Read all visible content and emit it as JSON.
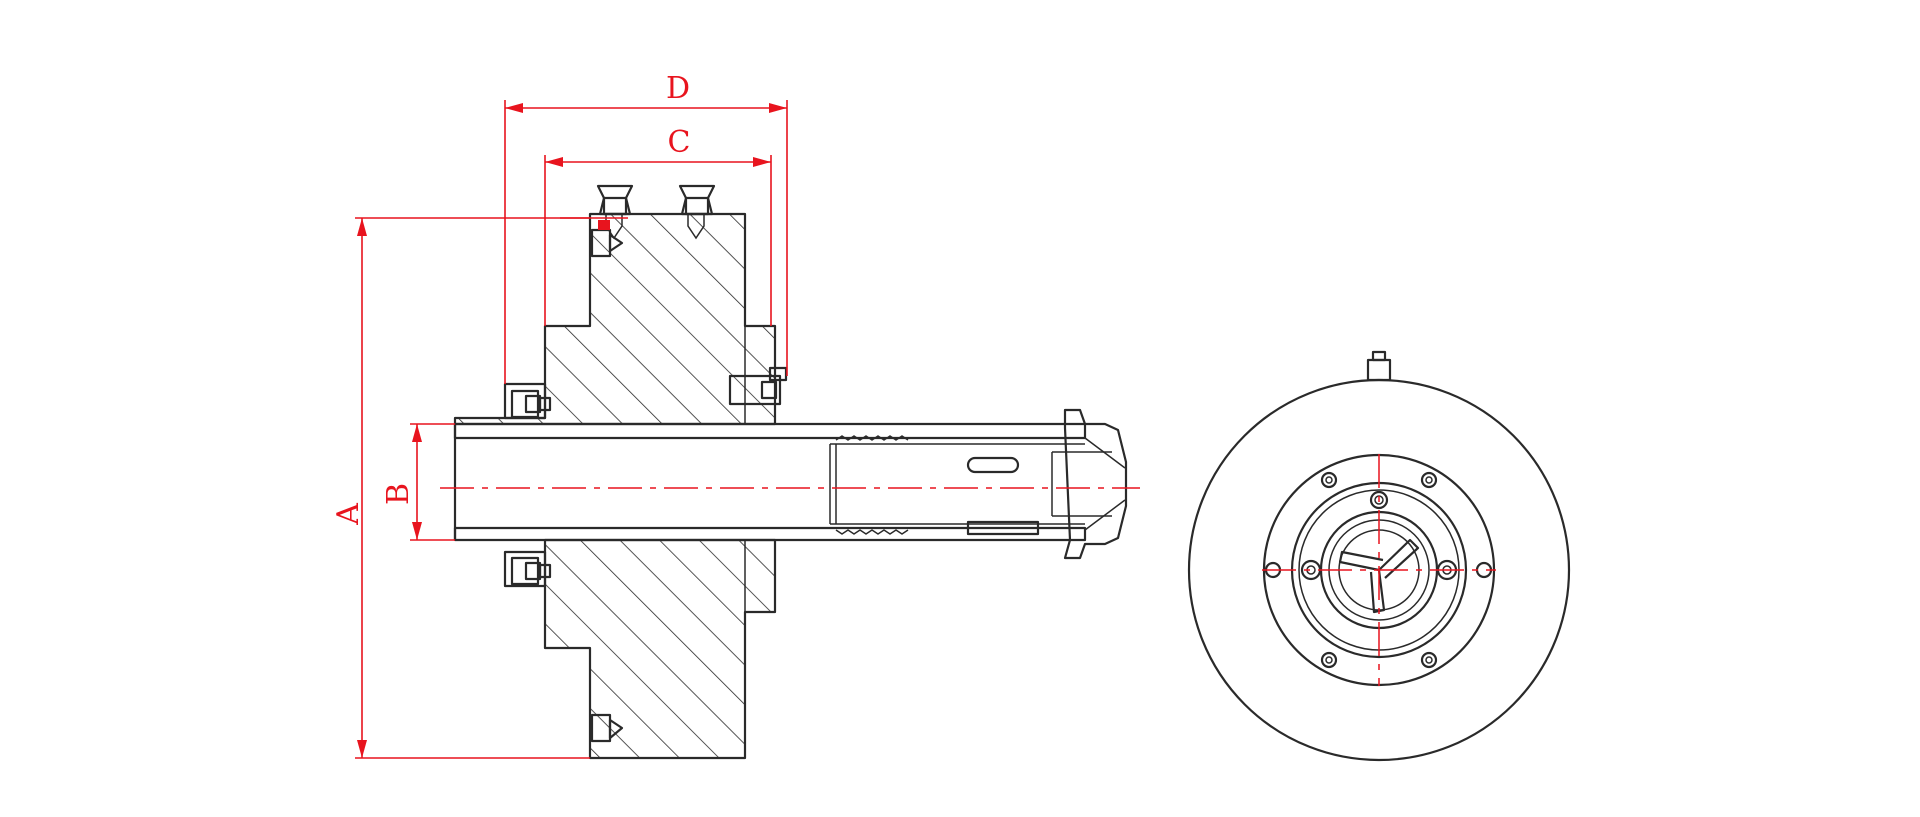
{
  "dimensions": [
    {
      "id": "A",
      "label": "A"
    },
    {
      "id": "B",
      "label": "B"
    },
    {
      "id": "C",
      "label": "C"
    },
    {
      "id": "D",
      "label": "D"
    }
  ],
  "colors": {
    "dimension": "#e8141e",
    "outline": "#2a2a2a",
    "background": "#ffffff"
  }
}
